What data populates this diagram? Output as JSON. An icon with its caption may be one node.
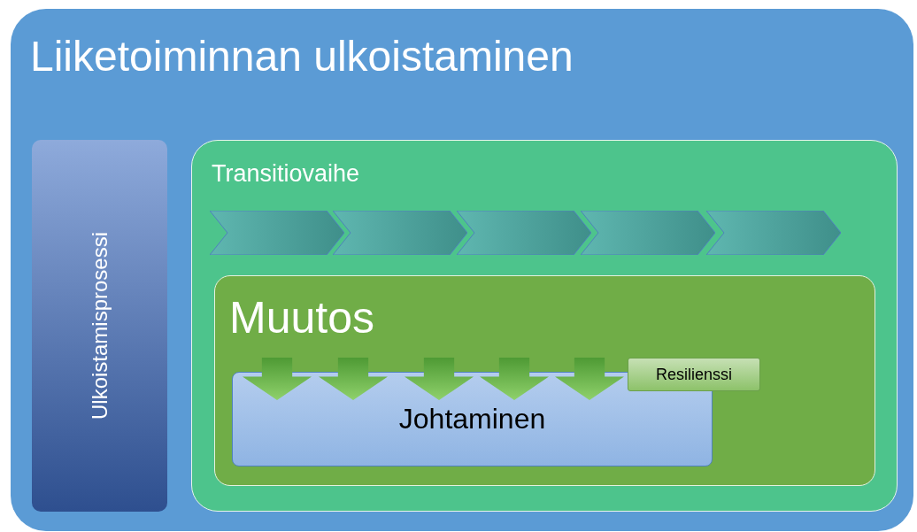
{
  "diagram": {
    "nodes": [
      {
        "text": [
          "Liiketoiminnan ulkoistaminen"
        ]
      },
      {
        "text": [
          "Ulkoistamisprosessi"
        ],
        "in": 0
      },
      {
        "text": [
          "Transitiovaihe"
        ],
        "in": 0
      },
      {
        "text": [],
        "shape": "chevron",
        "in": 2
      },
      {
        "text": [],
        "shape": "chevron",
        "in": 2
      },
      {
        "text": [],
        "shape": "chevron",
        "in": 2
      },
      {
        "text": [],
        "shape": "chevron",
        "in": 2
      },
      {
        "text": [],
        "shape": "chevron",
        "in": 2
      },
      {
        "text": [
          "Muutos"
        ],
        "in": 2
      },
      {
        "text": [
          "Johtaminen"
        ],
        "in": 8
      },
      {
        "text": [],
        "shape": "arrow",
        "in": 8
      },
      {
        "text": [],
        "shape": "arrow",
        "in": 8
      },
      {
        "text": [],
        "shape": "arrow",
        "in": 8
      },
      {
        "text": [],
        "shape": "arrow",
        "in": 8
      },
      {
        "text": [],
        "shape": "arrow",
        "in": 8
      },
      {
        "text": [
          "Resilienssi"
        ],
        "in": 8
      }
    ]
  }
}
